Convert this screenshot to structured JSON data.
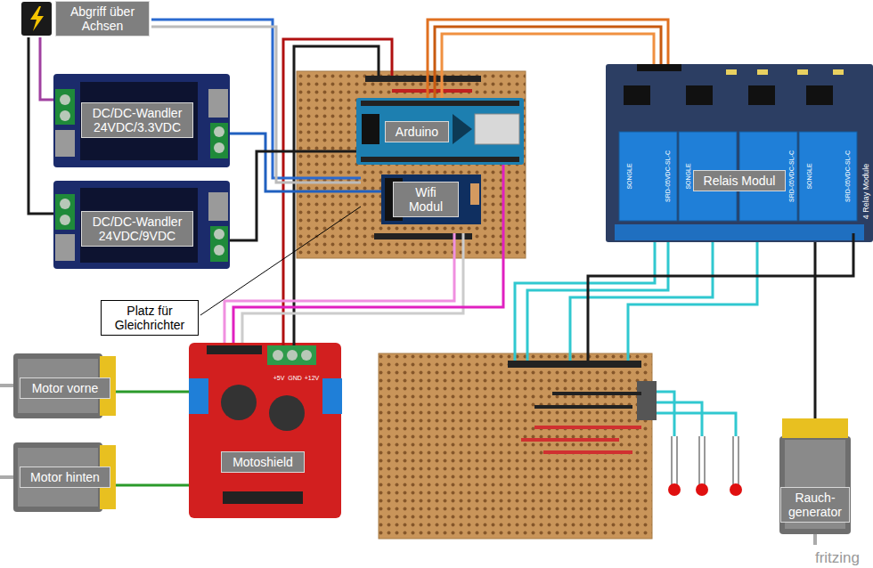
{
  "diagram": {
    "nodes": [
      {
        "text": [
          "Abgriff über Achsen"
        ]
      },
      {
        "text": [
          "DC/DC-Wandler 24VDC/3.3VDC"
        ]
      },
      {
        "text": [
          "DC/DC-Wandler 24VDC/9VDC"
        ]
      },
      {
        "text": [
          "Arduino"
        ]
      },
      {
        "text": [
          "Wifi Modul"
        ]
      },
      {
        "text": [
          "Relais Modul"
        ]
      },
      {
        "text": [
          "Platz für Gleichrichter"
        ]
      },
      {
        "text": [
          "Motoshield"
        ]
      },
      {
        "text": [
          "Motor vorne"
        ]
      },
      {
        "text": [
          "Motor hinten"
        ]
      },
      {
        "text": [
          "Rauch- generator"
        ]
      }
    ],
    "edges": [
      {
        "from": 0,
        "to": 1,
        "arrow": "none"
      },
      {
        "from": 0,
        "to": 2,
        "arrow": "none"
      },
      {
        "from": 1,
        "to": 4,
        "arrow": "none"
      },
      {
        "from": 2,
        "to": 3,
        "arrow": "none"
      },
      {
        "from": 3,
        "to": 5,
        "arrow": "none"
      },
      {
        "from": 3,
        "to": 7,
        "arrow": "none"
      },
      {
        "from": 7,
        "to": 8,
        "arrow": "none"
      },
      {
        "from": 7,
        "to": 9,
        "arrow": "none"
      },
      {
        "from": 5,
        "to": 10,
        "arrow": "none"
      }
    ],
    "labels": [
      "+5V",
      "GND",
      "+12V",
      "4 Relay Module",
      "SONGLE",
      "SRD-05VDC-SL-C",
      "SONGLE",
      "SRD-05VDC-SL-C",
      "SONGLE",
      "SRD-05VDC-SL-C",
      "fritzing"
    ]
  }
}
